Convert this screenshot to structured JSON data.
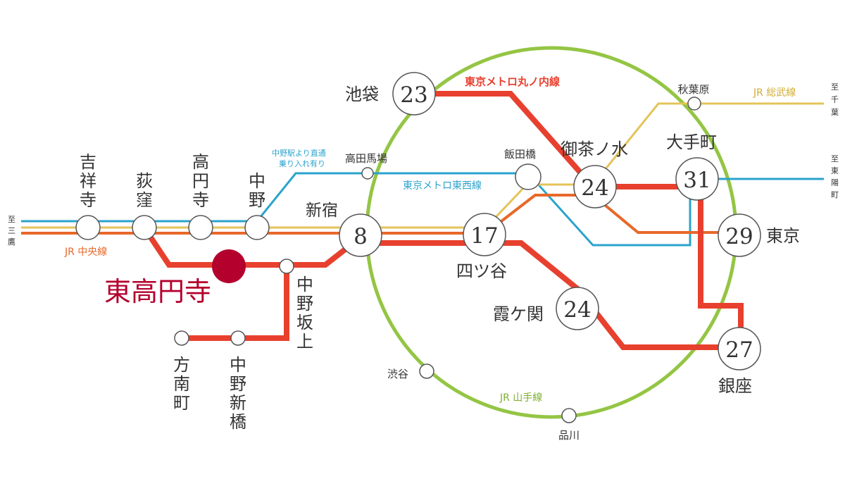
{
  "colors": {
    "marunouchi": "#e8402e",
    "tozai": "#2aa3cc",
    "chuo": "#e8682a",
    "sobu": "#e3c45a",
    "yamanote": "#94c544",
    "highlight": "#b3002d"
  },
  "lines": {
    "marunouchi": "東京メトロ丸ノ内線",
    "tozai": "東京メトロ東西線",
    "chuo": "JR 中央線",
    "sobu": "JR 総武線",
    "yamanote": "JR 山手線",
    "direct_service": [
      "中野駅より直通",
      "乗り入れ有り"
    ]
  },
  "directions": {
    "mitaka": [
      "至",
      "三",
      "鷹"
    ],
    "chiba": [
      "至",
      "千",
      "葉"
    ],
    "higashiyoko": [
      "至",
      "東",
      "陽",
      "町"
    ]
  },
  "stations": {
    "kichijoji": [
      "吉",
      "祥",
      "寺"
    ],
    "ogikubo": [
      "荻",
      "窪"
    ],
    "koenji": [
      "高",
      "円",
      "寺"
    ],
    "nakano": [
      "中",
      "野"
    ],
    "shinjuku": "新宿",
    "takadanobaba": "高田馬場",
    "iidabashi": "飯田橋",
    "akihabara": "秋葉原",
    "ikebukuro": "池袋",
    "ochanomizu": "御茶ノ水",
    "otemachi": "大手町",
    "tokyo": "東京",
    "yotsuya": "四ツ谷",
    "kasumigaseki": "霞ケ関",
    "ginza": "銀座",
    "shibuya": "渋谷",
    "shinagawa": "品川",
    "higashikoenji": "東高円寺",
    "nakanosakaue": [
      "中",
      "野",
      "坂",
      "上"
    ],
    "honancho": [
      "方",
      "南",
      "町"
    ],
    "nakanoshinbashi": [
      "中",
      "野",
      "新",
      "橋"
    ]
  },
  "minutes": {
    "shinjuku": "8",
    "yotsuya": "17",
    "ikebukuro": "23",
    "ochanomizu": "24",
    "otemachi": "31",
    "tokyo": "29",
    "kasumigaseki": "24",
    "ginza": "27"
  }
}
